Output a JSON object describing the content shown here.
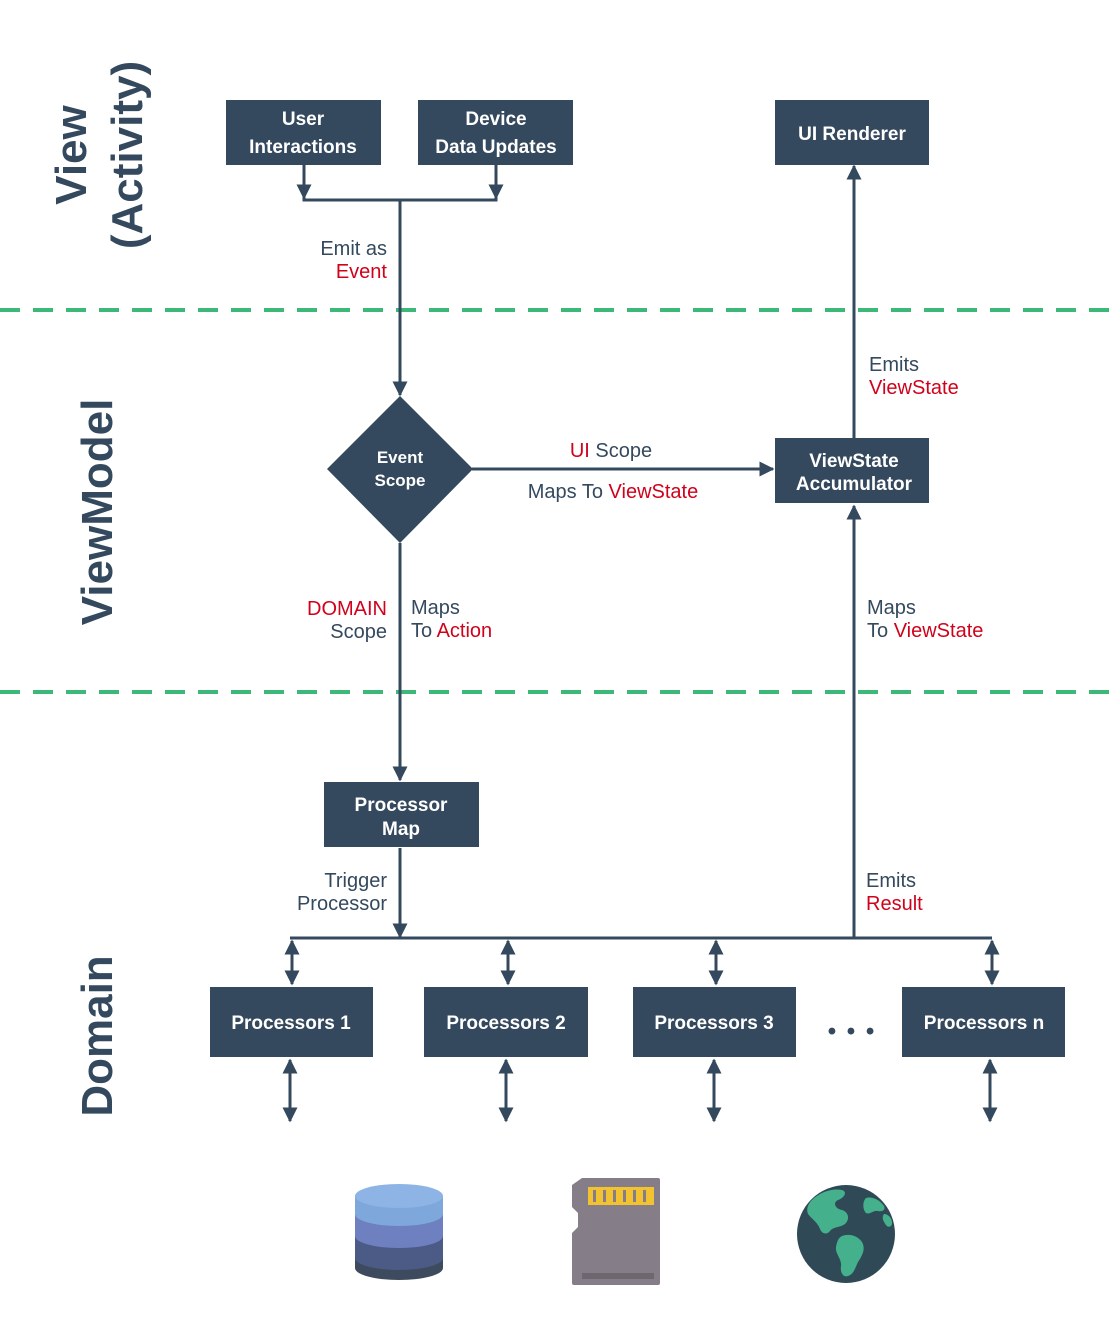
{
  "colors": {
    "box": "#34495e",
    "accent": "#d0021b",
    "separator": "#3cb878"
  },
  "layers": {
    "view": [
      "View",
      "(Activity)"
    ],
    "viewmodel": "ViewModel",
    "domain": "Domain"
  },
  "nodes": {
    "user_interactions": [
      "User",
      "Interactions"
    ],
    "device_updates": [
      "Device",
      "Data Updates"
    ],
    "ui_renderer": "UI Renderer",
    "event_scope": [
      "Event",
      "Scope"
    ],
    "viewstate_accumulator": [
      "ViewState",
      "Accumulator"
    ],
    "processor_map": [
      "Processor",
      "Map"
    ],
    "processors": [
      "Processors 1",
      "Processors 2",
      "Processors 3",
      "Processors n"
    ],
    "ellipsis": "• • •"
  },
  "edges": {
    "emit_as": "Emit as",
    "event": "Event",
    "ui": "UI",
    "scope": " Scope",
    "maps_to": "Maps To ",
    "viewstate": "ViewState",
    "domain": "DOMAIN",
    "scope_word": "Scope",
    "maps": "Maps",
    "to": "To ",
    "action": "Action",
    "emits": "Emits",
    "trigger": "Trigger",
    "processor": "Processor",
    "result": "Result"
  },
  "storage_icons": [
    "database-icon",
    "sd-card-icon",
    "globe-icon"
  ]
}
